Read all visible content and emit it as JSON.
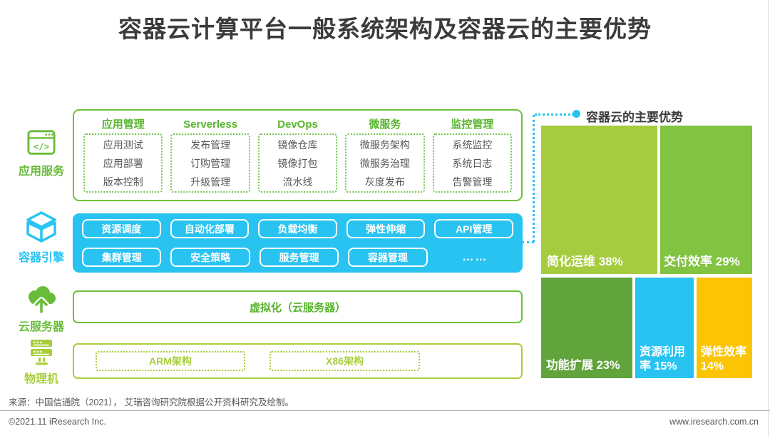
{
  "title": "容器云计算平台一般系统架构及容器云的主要优势",
  "rail": {
    "items": [
      {
        "label": "应用服务"
      },
      {
        "label": "容器引擎"
      },
      {
        "label": "云服务器"
      },
      {
        "label": "物理机"
      }
    ]
  },
  "app_box": {
    "columns": [
      {
        "header": "应用管理",
        "items": [
          "应用测试",
          "应用部署",
          "版本控制"
        ]
      },
      {
        "header": "Serverless",
        "items": [
          "发布管理",
          "订购管理",
          "升级管理"
        ]
      },
      {
        "header": "DevOps",
        "items": [
          "镜像仓库",
          "镜像打包",
          "流水线"
        ]
      },
      {
        "header": "微服务",
        "items": [
          "微服务架构",
          "微服务治理",
          "灰度发布"
        ]
      },
      {
        "header": "监控管理",
        "items": [
          "系统监控",
          "系统日志",
          "告警管理"
        ]
      }
    ]
  },
  "engine_box": {
    "row1": [
      "资源调度",
      "自动化部署",
      "负载均衡",
      "弹性伸缩",
      "API管理"
    ],
    "row2": [
      "集群管理",
      "安全策略",
      "服务管理",
      "容器管理"
    ],
    "more": "……"
  },
  "virtual_box": {
    "label": "虚拟化（云服务器）"
  },
  "physical_box": {
    "items": [
      "ARM架构",
      "X86架构"
    ]
  },
  "advantages": {
    "title": "容器云的主要优势",
    "blocks": [
      {
        "text": "简化运维 38%",
        "color": "#a5cb3f"
      },
      {
        "text": "交付效率 29%",
        "color": "#82c342"
      },
      {
        "text": "功能扩展 23%",
        "color": "#60a43b"
      },
      {
        "text": "资源利用率 15%",
        "color": "#29c3f1"
      },
      {
        "text": "弹性效率 14%",
        "color": "#fbc504"
      }
    ]
  },
  "chart_data": {
    "type": "treemap",
    "title": "容器云的主要优势",
    "categories": [
      "简化运维",
      "交付效率",
      "功能扩展",
      "资源利用率",
      "弹性效率"
    ],
    "values": [
      38,
      29,
      23,
      15,
      14
    ],
    "unit": "%",
    "colors": [
      "#a5cb3f",
      "#82c342",
      "#60a43b",
      "#29c3f1",
      "#fbc504"
    ],
    "legend_position": "none"
  },
  "colors": {
    "green": "#68bc39",
    "yellow_green": "#a8ce3b",
    "cyan": "#29c3f1",
    "title_text": "#3b3b3b",
    "gray_text": "#595757"
  },
  "source": "来源：中国信通院（2021）， 艾瑞咨询研究院根据公开资料研究及绘制。",
  "footer": {
    "left": "©2021.11 iResearch Inc.",
    "right": "www.iresearch.com.cn"
  }
}
